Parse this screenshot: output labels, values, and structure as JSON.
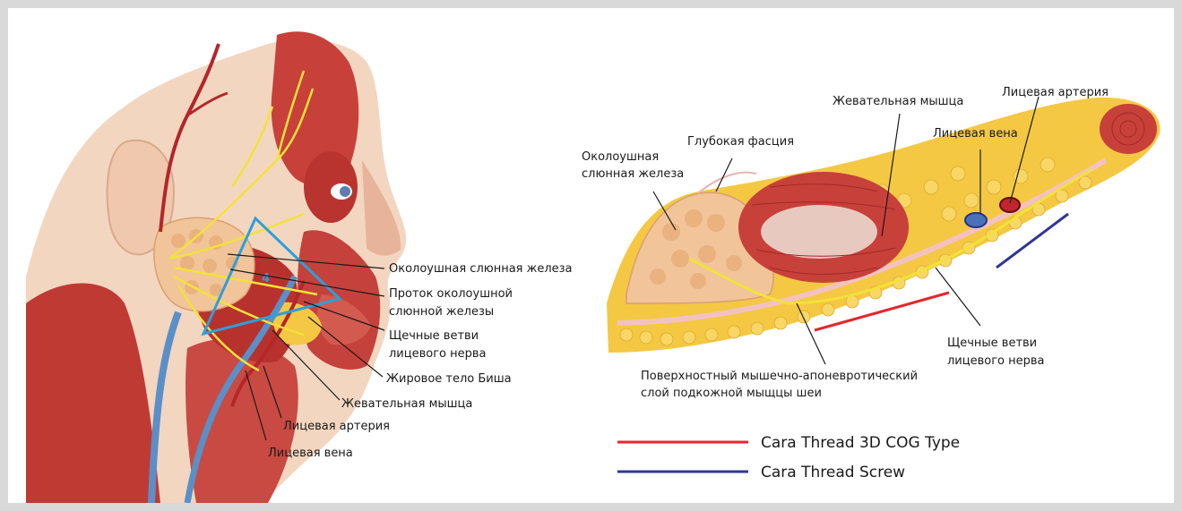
{
  "left_diagram": {
    "region_number": "4",
    "labels": {
      "parotid_gland": "Околоушная слюнная железа",
      "parotid_duct_line1": "Проток околоушной",
      "parotid_duct_line2": "слюнной железы",
      "buccal_branches_line1": "Щечные ветви",
      "buccal_branches_line2": "лицевого нерва",
      "bichat_fat_pad": "Жировое тело Биша",
      "masseter": "Жевательная мышца",
      "facial_artery": "Лицевая артерия",
      "facial_vein": "Лицевая вена"
    }
  },
  "right_diagram": {
    "labels": {
      "parotid_gland_line1": "Околоушная",
      "parotid_gland_line2": "слюнная железа",
      "deep_fascia": "Глубокая фасция",
      "masseter": "Жевательная мышца",
      "facial_vein": "Лицевая вена",
      "facial_artery": "Лицевая артерия",
      "buccal_branches_line1": "Щечные ветви",
      "buccal_branches_line2": "лицевого нерва",
      "smas_line1": "Поверхностный мышечно-апоневротический",
      "smas_line2": "слой подкожной мыщцы шеи"
    }
  },
  "legend": {
    "items": [
      {
        "label": "Cara Thread 3D COG Type",
        "color": "#e4262b"
      },
      {
        "label": "Cara Thread Screw",
        "color": "#2f3794"
      }
    ]
  },
  "colors": {
    "frame_border": "#d9d9d9",
    "muscle": "#c8403a",
    "fat": "#f4c843",
    "nerve": "#f2e23a",
    "gland": "#f2c49a",
    "vein": "#5b8fc7",
    "artery": "#b3262b",
    "region_outline": "#2d9fdb"
  }
}
